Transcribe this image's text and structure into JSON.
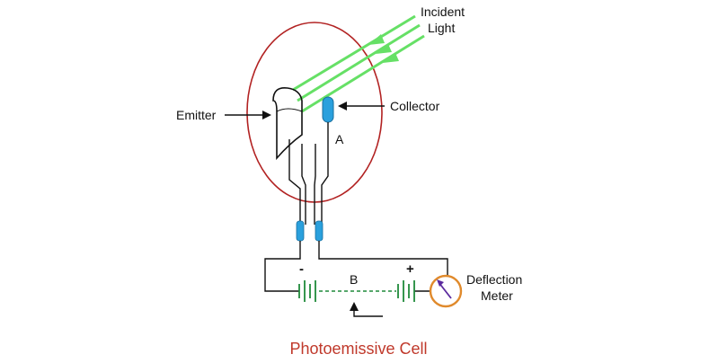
{
  "labels": {
    "incident_line1": "Incident",
    "incident_line2": "Light",
    "emitter": "Emitter",
    "collector": "Collector",
    "point_a": "A",
    "point_b": "B",
    "minus": "-",
    "plus": "+",
    "meter_line1": "Deflection",
    "meter_line2": "Meter"
  },
  "caption": "Photoemissive Cell",
  "colors": {
    "envelope": "#b22222",
    "light_rays": "#66e066",
    "electrodes": "#2aa0dd",
    "battery": "#1f8a3a",
    "meter_ring": "#e08a2c",
    "meter_needle": "#5b2a9e",
    "caption": "#c0392b"
  }
}
